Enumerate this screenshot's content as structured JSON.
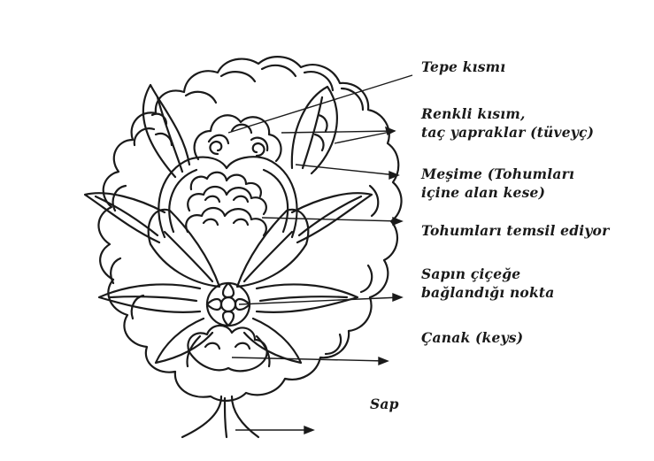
{
  "labels": {
    "tepe": "Tepe kısmı",
    "renkli_line1": "Renkli kısım,",
    "renkli_line2": "taç yapraklar (tüveyç)",
    "mesime_line1": "Meşime (Tohumları",
    "mesime_line2": "içine alan kese)",
    "tohum": "Tohumları temsil ediyor",
    "sapin_line1": "Sapın çiçeğe",
    "sapin_line2": "bağlandığı nokta",
    "canak": "Çanak (keys)",
    "sap": "Sap"
  },
  "colors": {
    "ink": "#1a1a1a",
    "paper": "#ffffff"
  }
}
